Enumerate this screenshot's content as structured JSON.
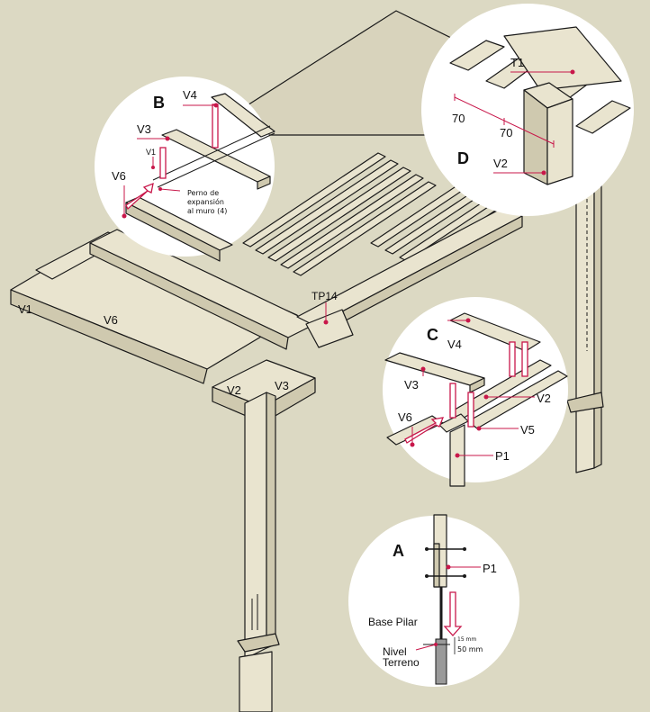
{
  "labels": {
    "main_v1": "V1",
    "main_v6": "V6",
    "main_v2": "V2",
    "main_v3": "V3",
    "main_tp14": "TP14",
    "b_callout": "B",
    "b_v4": "V4",
    "b_v3": "V3",
    "b_v1": "V1",
    "b_v6": "V6",
    "b_note_1": "Perno de",
    "b_note_2": "expansión",
    "b_note_3": "al muro (4)",
    "d_callout": "D",
    "d_t1": "T1",
    "d_dim_1": "70",
    "d_dim_2": "70",
    "d_v2": "V2",
    "c_callout": "C",
    "c_v4": "V4",
    "c_v3": "V3",
    "c_v2": "V2",
    "c_v6": "V6",
    "c_v5": "V5",
    "c_p1": "P1",
    "a_callout": "A",
    "a_p1": "P1",
    "a_base": "Base Pilar",
    "a_nivel_1": "Nivel",
    "a_nivel_2": "Terreno",
    "a_dim_15": "15 mm",
    "a_dim_50": "50 mm"
  },
  "colors": {
    "background": "#dcd9c3",
    "wood": "#e9e4cf",
    "accent": "#c8174a"
  }
}
